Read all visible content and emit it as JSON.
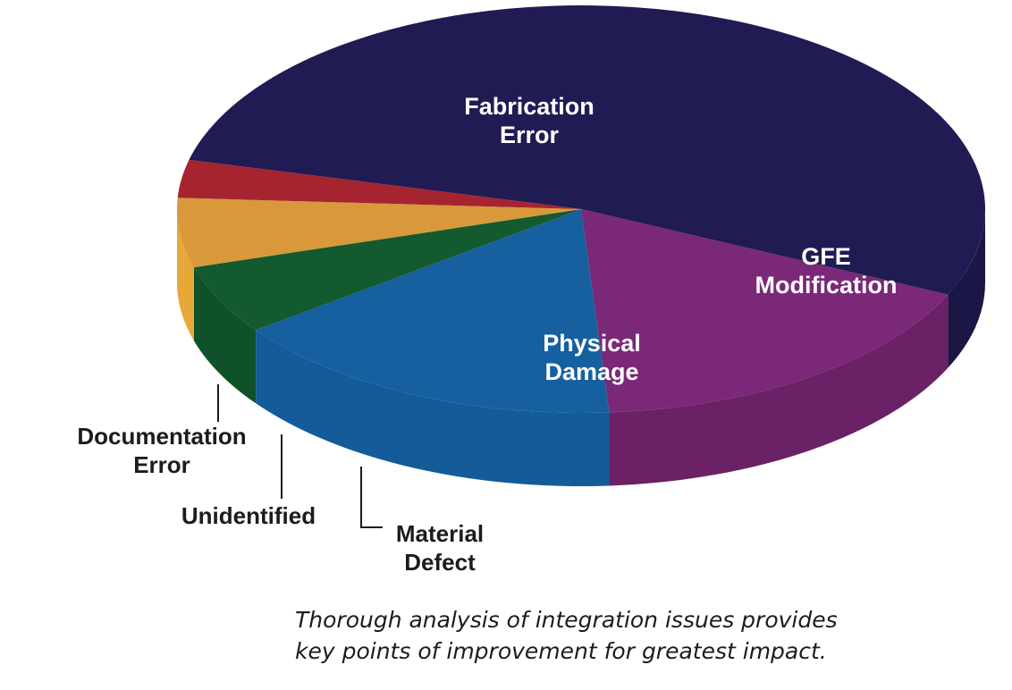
{
  "chart_data": {
    "type": "pie",
    "slices": [
      {
        "key": "fabrication",
        "label_lines": [
          "Fabrication",
          "Error"
        ],
        "value": 53.0,
        "color": "#201b53",
        "side": "#1a1645"
      },
      {
        "key": "gfe",
        "label_lines": [
          "GFE",
          "Modification"
        ],
        "value": 17.0,
        "color": "#7a2877",
        "side": "#6a2165"
      },
      {
        "key": "physical",
        "label_lines": [
          "Physical",
          "Damage"
        ],
        "value": 16.0,
        "color": "#1660a0",
        "side": "#135b99"
      },
      {
        "key": "material",
        "label_lines": [
          "Material",
          "Defect"
        ],
        "value": 5.5,
        "color": "#135a2e",
        "side": "#0f5128"
      },
      {
        "key": "unidentified",
        "label_lines": [
          "Unidentified"
        ],
        "value": 5.5,
        "color": "#d9993a",
        "side": "#e8a838"
      },
      {
        "key": "documentation",
        "label_lines": [
          "Documentation",
          "Error"
        ],
        "value": 3.0,
        "color": "#a6242f",
        "side": "#b52231"
      }
    ],
    "label_colors": {
      "inside": "#ffffff",
      "outside": "#1c1c1c"
    }
  },
  "caption": {
    "line1": "Thorough analysis of integration issues provides",
    "line2": "key points of improvement for greatest impact."
  }
}
